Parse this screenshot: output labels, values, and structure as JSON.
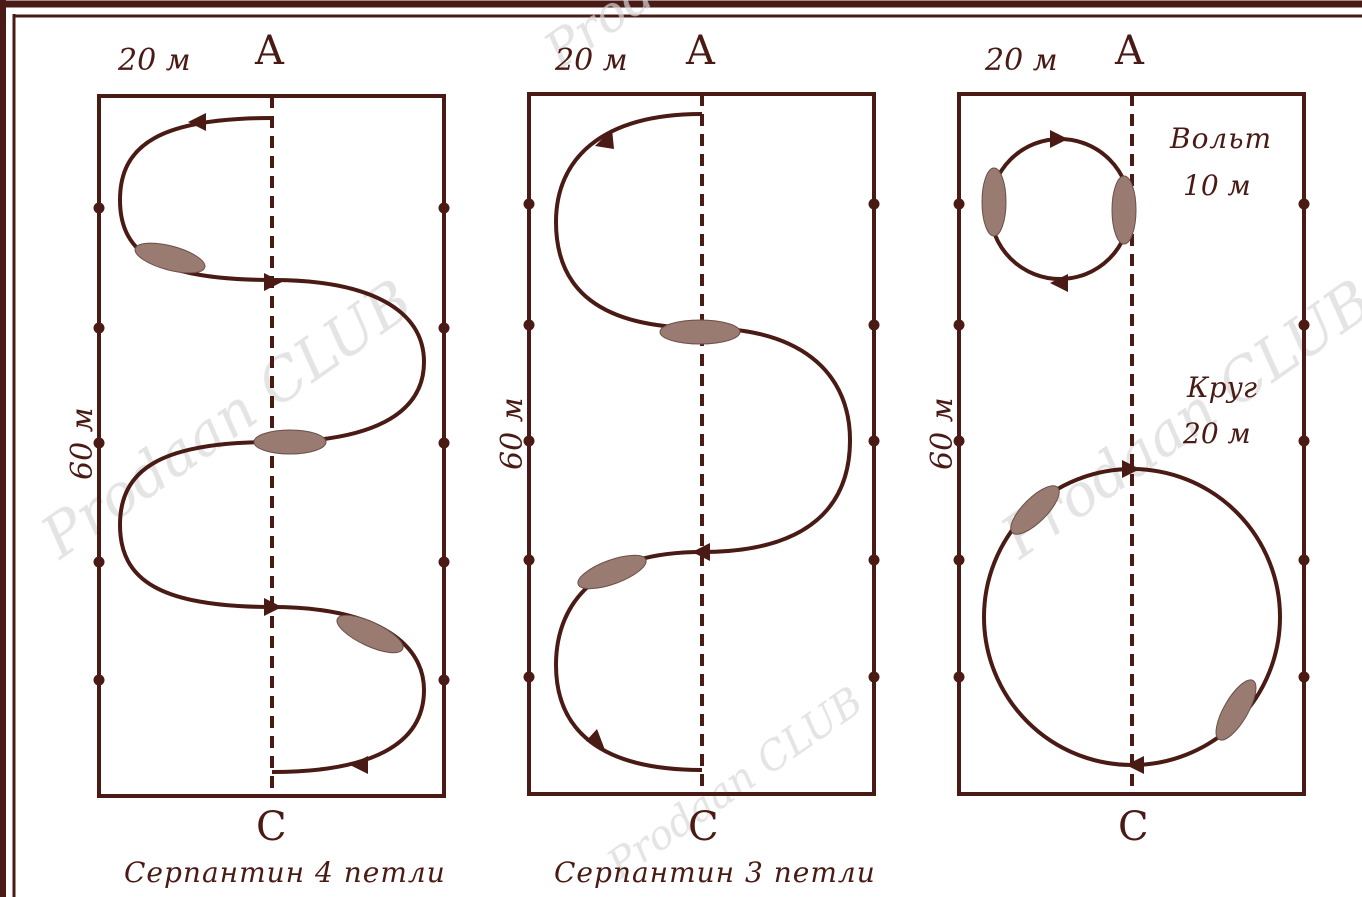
{
  "colors": {
    "line": "#4a1a14",
    "frame": "#4a1a14",
    "watermark": "#d9d9d9",
    "horse": "#9a7b72"
  },
  "watermark": "Prodaan CLUB",
  "panels": [
    {
      "label_a": "A",
      "label_c": "C",
      "width_label": "20 м",
      "length_label": "60 м",
      "caption": "Серпантин 4 петли"
    },
    {
      "label_a": "A",
      "label_c": "C",
      "width_label": "20 м",
      "length_label": "60 м",
      "caption": "Серпантин 3 петли"
    },
    {
      "label_a": "A",
      "label_c": "C",
      "width_label": "20 м",
      "length_label": "60 м",
      "volt_title": "Вольт",
      "volt_size": "10 м",
      "circle_title": "Круг",
      "circle_size": "20 м"
    }
  ]
}
